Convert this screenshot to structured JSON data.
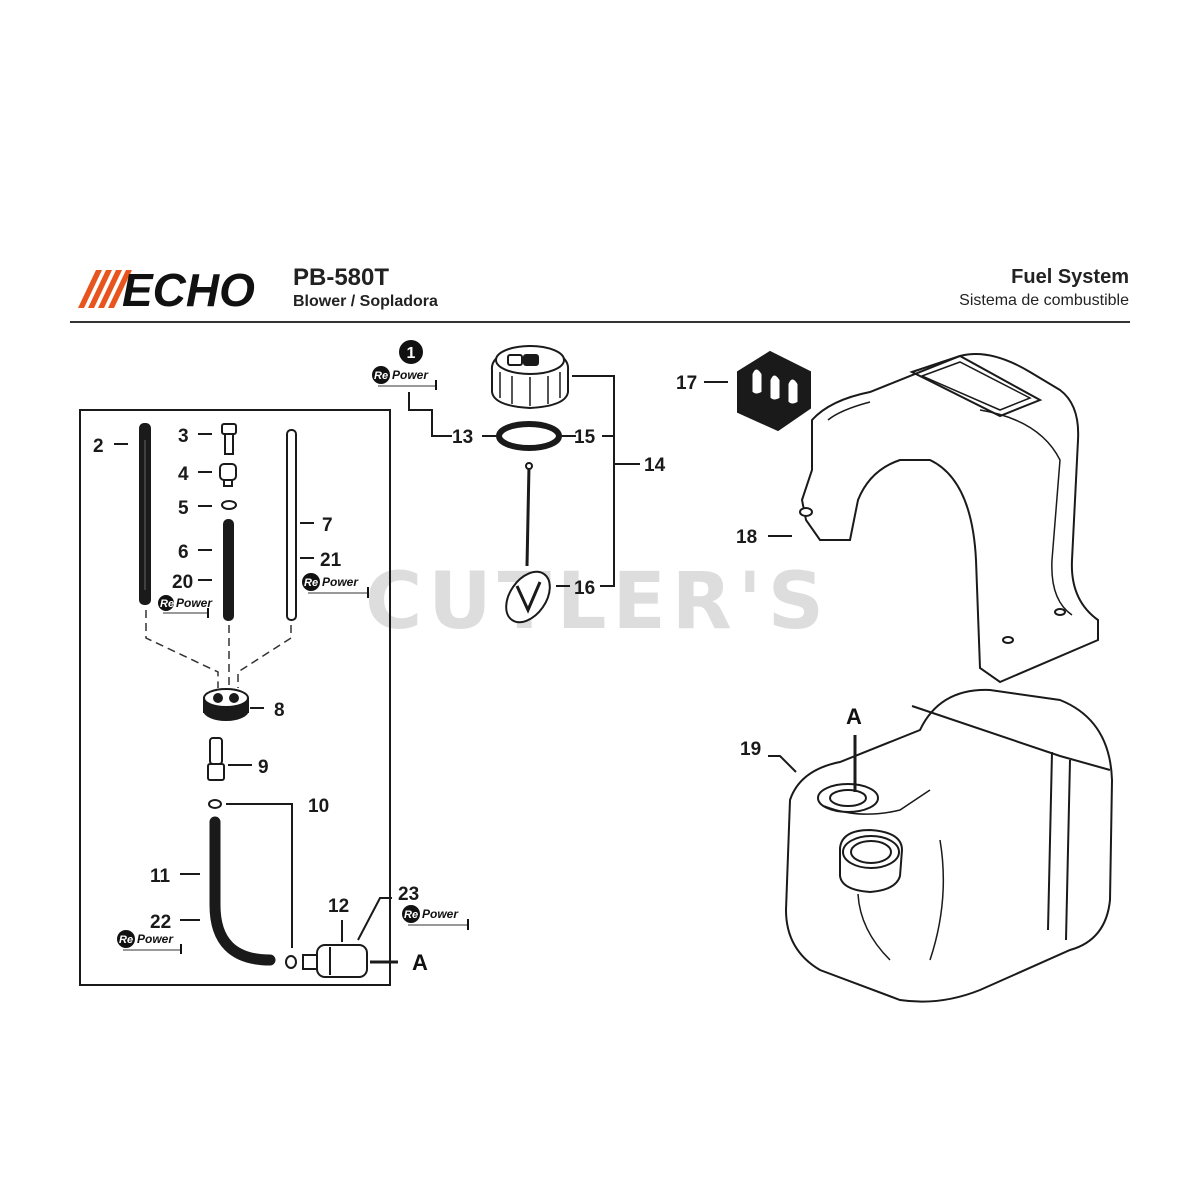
{
  "header": {
    "brand": "ECHO",
    "model": "PB-580T",
    "subtitle": "Blower / Sopladora",
    "section_title": "Fuel System",
    "section_subtitle": "Sistema de combustible",
    "brand_color": "#e8541e"
  },
  "watermark": "CUTLER'S",
  "kit_badge": "1",
  "repower": {
    "re": "Re",
    "power": "Power"
  },
  "reference_letter": "A",
  "callouts": {
    "c2": "2",
    "c3": "3",
    "c4": "4",
    "c5": "5",
    "c6": "6",
    "c7": "7",
    "c8": "8",
    "c9": "9",
    "c10": "10",
    "c11": "11",
    "c12": "12",
    "c13": "13",
    "c14": "14",
    "c15": "15",
    "c16": "16",
    "c17": "17",
    "c18": "18",
    "c19": "19",
    "c20": "20",
    "c21": "21",
    "c22": "22",
    "c23": "23"
  }
}
